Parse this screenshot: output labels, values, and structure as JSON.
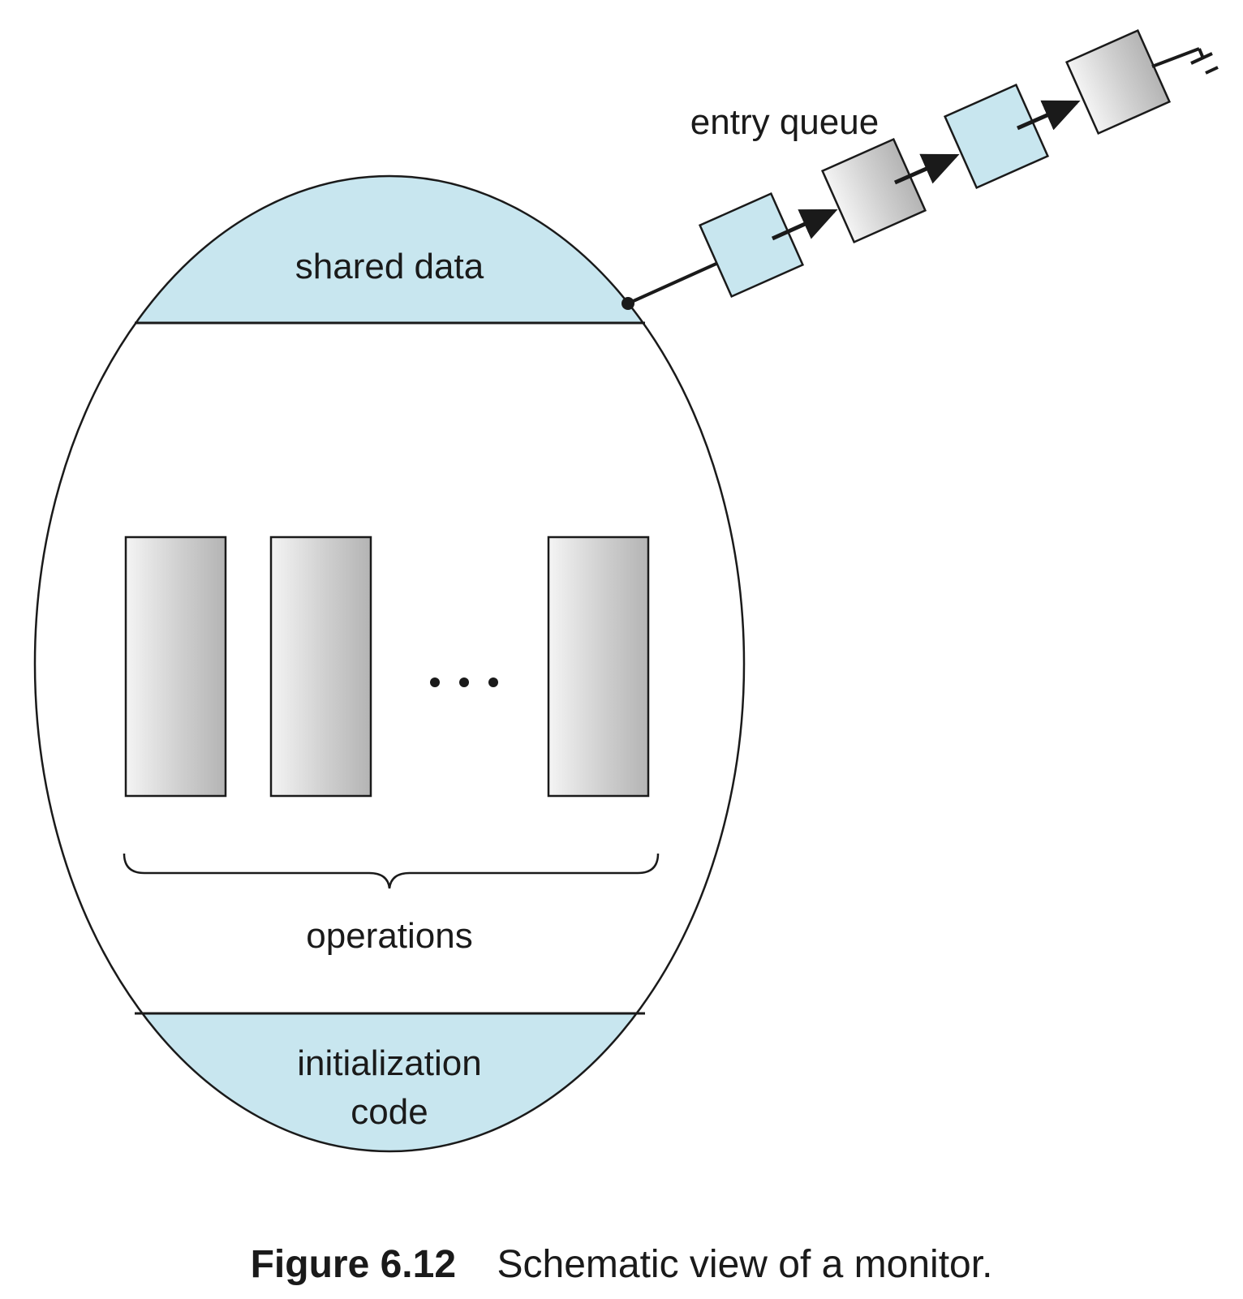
{
  "diagram": {
    "labels": {
      "shared_data": "shared data",
      "entry_queue": "entry queue",
      "operations": "operations",
      "init_line1": "initialization",
      "init_line2": "code"
    },
    "ellipsis": "• • •",
    "colors": {
      "region_fill": "#c8e6ef",
      "queue_light": "#c8e6ef",
      "gray_light": "#f4f4f4",
      "gray_dark": "#b4b4b4",
      "stroke": "#1a1a1a"
    },
    "operations_count_shown": 3,
    "queue_nodes": [
      "light",
      "gray",
      "light",
      "gray"
    ]
  },
  "caption": {
    "number": "Figure 6.12",
    "text": "Schematic view of a monitor."
  }
}
